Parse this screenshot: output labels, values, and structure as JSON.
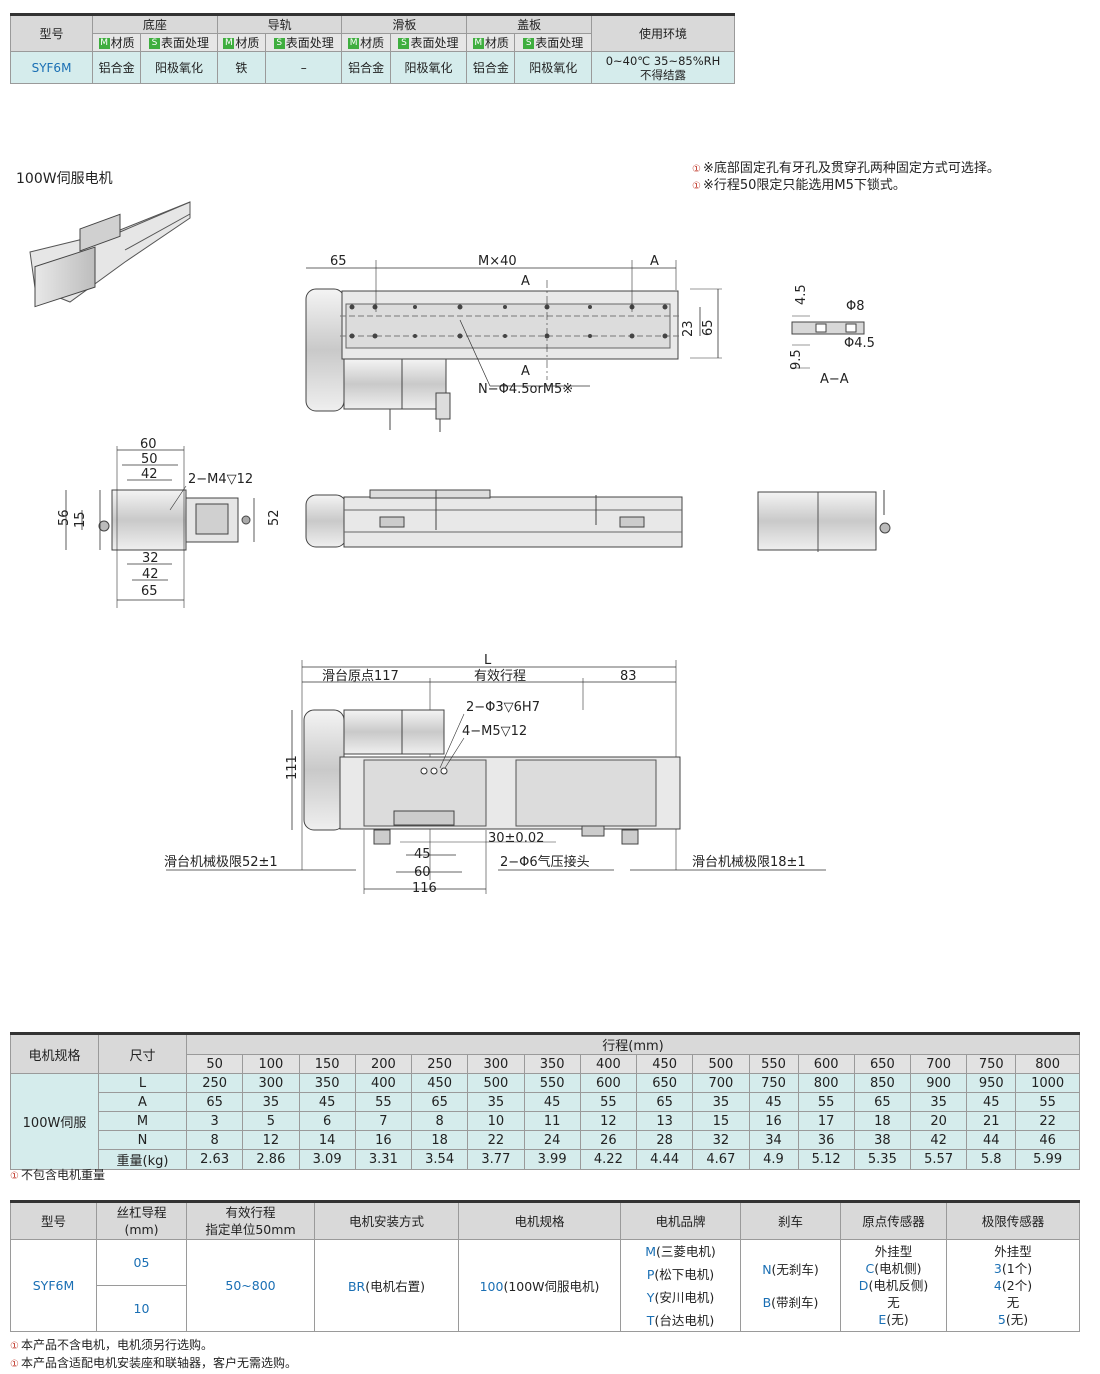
{
  "material_table": {
    "headers": {
      "model": "型号",
      "base": "底座",
      "rail": "导轨",
      "slider": "滑板",
      "cover": "盖板",
      "env": "使用环境",
      "m_badge": "M",
      "s_badge": "S",
      "material": "材质",
      "surface": "表面处理"
    },
    "row": {
      "model": "SYF6M",
      "base_material": "铝合金",
      "base_surface": "阳极氧化",
      "rail_material": "铁",
      "rail_surface": "–",
      "slider_material": "铝合金",
      "slider_surface": "阳极氧化",
      "cover_material": "铝合金",
      "cover_surface": "阳极氧化",
      "env_line1": "0~40℃  35~85%RH",
      "env_line2": "不得结露"
    }
  },
  "motor_title": "100W伺服电机",
  "notes_top": [
    "※底部固定孔有牙孔及贯穿孔两种固定方式可选择。",
    "※行程50限定只能选用M5下锁式。"
  ],
  "drawing_labels": {
    "d65": "65",
    "m40": "M×40",
    "a": "A",
    "d23": "23",
    "d65b": "65",
    "hole": "N−Φ4.5orM5※",
    "d45": "4.5",
    "phi8": "Φ8",
    "phi45": "Φ4.5",
    "d95": "9.5",
    "aa": "A−A",
    "d60": "60",
    "d50": "50",
    "d42": "42",
    "m4": "2−M4▽12",
    "d15": "15",
    "d56": "56",
    "d52": "52",
    "d32": "32",
    "d42b": "42",
    "d65c": "65",
    "L": "L",
    "origin": "滑台原点117",
    "stroke": "有效行程",
    "d83": "83",
    "pin": "2−Φ3▽6H7",
    "m5": "4−M5▽12",
    "d111": "111",
    "d30": "30±0.02",
    "limit52": "滑台机械极限52±1",
    "d45b": "45",
    "air": "2−Φ6气压接头",
    "limit18": "滑台机械极限18±1",
    "d60b": "60",
    "d116": "116"
  },
  "spec_table": {
    "col_motor": "电机规格",
    "col_size": "尺寸",
    "col_stroke": "行程(mm)",
    "strokes": [
      "50",
      "100",
      "150",
      "200",
      "250",
      "300",
      "350",
      "400",
      "450",
      "500",
      "550",
      "600",
      "650",
      "700",
      "750",
      "800"
    ],
    "motor": "100W伺服",
    "rows": [
      {
        "label": "L",
        "values": [
          "250",
          "300",
          "350",
          "400",
          "450",
          "500",
          "550",
          "600",
          "650",
          "700",
          "750",
          "800",
          "850",
          "900",
          "950",
          "1000"
        ]
      },
      {
        "label": "A",
        "values": [
          "65",
          "35",
          "45",
          "55",
          "65",
          "35",
          "45",
          "55",
          "65",
          "35",
          "45",
          "55",
          "65",
          "35",
          "45",
          "55"
        ]
      },
      {
        "label": "M",
        "values": [
          "3",
          "5",
          "6",
          "7",
          "8",
          "10",
          "11",
          "12",
          "13",
          "15",
          "16",
          "17",
          "18",
          "20",
          "21",
          "22"
        ]
      },
      {
        "label": "N",
        "values": [
          "8",
          "12",
          "14",
          "16",
          "18",
          "22",
          "24",
          "26",
          "28",
          "32",
          "34",
          "36",
          "38",
          "42",
          "44",
          "46"
        ]
      },
      {
        "label": "重量(kg)",
        "values": [
          "2.63",
          "2.86",
          "3.09",
          "3.31",
          "3.54",
          "3.77",
          "3.99",
          "4.22",
          "4.44",
          "4.67",
          "4.9",
          "5.12",
          "5.35",
          "5.57",
          "5.8",
          "5.99"
        ]
      }
    ],
    "footnote": "不包含电机重量"
  },
  "order_table": {
    "headers": {
      "model": "型号",
      "lead_1": "丝杠导程",
      "lead_2": "(mm)",
      "stroke_1": "有效行程",
      "stroke_2": "指定单位50mm",
      "mount": "电机安装方式",
      "motor": "电机规格",
      "brand": "电机品牌",
      "brake": "刹车",
      "origin": "原点传感器",
      "limit": "极限传感器"
    },
    "model": "SYF6M",
    "leads": [
      "05",
      "10"
    ],
    "stroke": "50~800",
    "mount_code": "BR",
    "mount_text": "(电机右置)",
    "motor_code": "100",
    "motor_text": "(100W伺服电机)",
    "brands": [
      {
        "code": "M",
        "text": "(三菱电机)"
      },
      {
        "code": "P",
        "text": "(松下电机)"
      },
      {
        "code": "Y",
        "text": "(安川电机)"
      },
      {
        "code": "T",
        "text": "(台达电机)"
      }
    ],
    "brakes": [
      {
        "code": "N",
        "text": "(无刹车)"
      },
      {
        "code": "B",
        "text": "(带刹车)"
      }
    ],
    "origin": {
      "title": "外挂型",
      "c_code": "C",
      "c_text": "(电机侧)",
      "d_code": "D",
      "d_text": "(电机反侧)",
      "none": "无",
      "e_code": "E",
      "e_text": "(无)"
    },
    "limit": {
      "title": "外挂型",
      "c3_code": "3",
      "c3_text": "(1个)",
      "c4_code": "4",
      "c4_text": "(2个)",
      "none": "无",
      "c5_code": "5",
      "c5_text": "(无)"
    }
  },
  "footnotes_bottom": [
    "本产品不含电机，电机须另行选购。",
    "本产品含适配电机安装座和联轴器，客户无需选购。"
  ]
}
